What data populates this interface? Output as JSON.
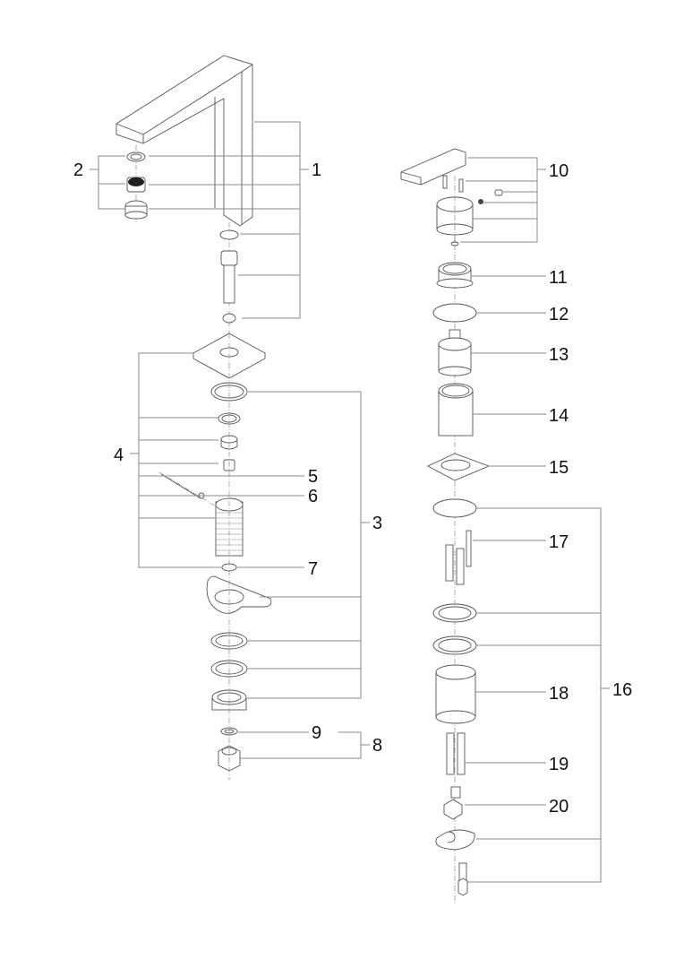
{
  "diagram": {
    "type": "exploded parts drawing",
    "subject": "single-lever faucet assembly",
    "callouts": [
      {
        "id": "1",
        "label": "1"
      },
      {
        "id": "2",
        "label": "2"
      },
      {
        "id": "3",
        "label": "3"
      },
      {
        "id": "4",
        "label": "4"
      },
      {
        "id": "5",
        "label": "5"
      },
      {
        "id": "6",
        "label": "6"
      },
      {
        "id": "7",
        "label": "7"
      },
      {
        "id": "8",
        "label": "8"
      },
      {
        "id": "9",
        "label": "9"
      },
      {
        "id": "10",
        "label": "10"
      },
      {
        "id": "11",
        "label": "11"
      },
      {
        "id": "12",
        "label": "12"
      },
      {
        "id": "13",
        "label": "13"
      },
      {
        "id": "14",
        "label": "14"
      },
      {
        "id": "15",
        "label": "15"
      },
      {
        "id": "16",
        "label": "16"
      },
      {
        "id": "17",
        "label": "17"
      },
      {
        "id": "18",
        "label": "18"
      },
      {
        "id": "19",
        "label": "19"
      },
      {
        "id": "20",
        "label": "20"
      }
    ]
  }
}
